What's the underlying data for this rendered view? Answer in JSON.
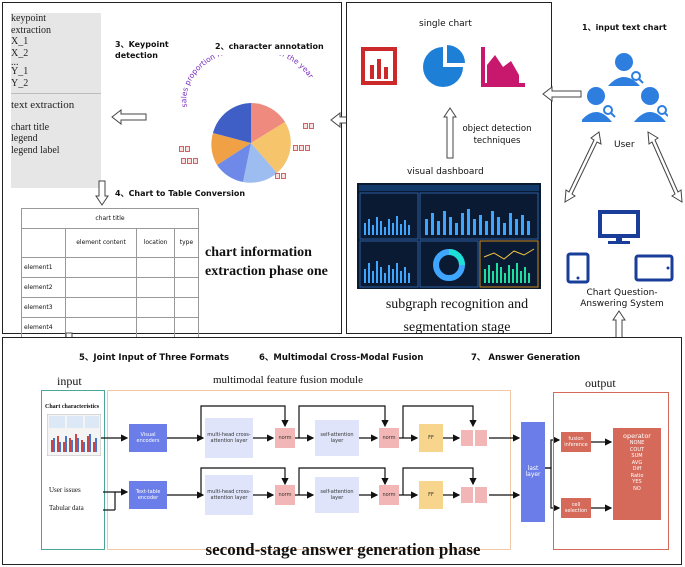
{
  "phase1": {
    "list_items_top": [
      "keypoint",
      "extraction",
      "X_1",
      "X_2",
      "...",
      "Y_1",
      "Y_2"
    ],
    "list_text_extraction": "text extraction",
    "list_items_bottom": [
      "chart title",
      "legend",
      "legend label"
    ],
    "step3": "3、Keypoint detection",
    "step2": "2、character annotation",
    "pie_arc_label": "sales proportion for the first half of the year",
    "step4": "4、Chart to Table Conversion",
    "table": {
      "title": "chart title",
      "headers": [
        "",
        "element content",
        "location",
        "type"
      ],
      "rows": [
        "element1",
        "element2",
        "element3",
        "element4"
      ]
    },
    "phase_title": "chart information extraction phase one"
  },
  "segment": {
    "single_chart": "single chart",
    "object_detection": "object detection techniques",
    "visual_dashboard": "visual dashboard",
    "stage_title": "subgraph recognition and segmentation stage"
  },
  "right": {
    "step1": "1、input text chart",
    "user": "User",
    "qa_system": "Chart Question-Answering System"
  },
  "phase2": {
    "step5": "5、Joint Input of Three Formats",
    "step6": "6、Multimodal Cross-Modal Fusion",
    "step7": "7、 Answer Generation",
    "input": "input",
    "module": "multimodal feature fusion module",
    "output": "output",
    "chart_characteristics": "Chart characteristics",
    "user_issues": "User issues",
    "tabular_data": "Tabular data",
    "visual_encoders": "Visual encoders",
    "text_table_encoder": "Text-table encoder",
    "mhca": "multi-head cross-attention layer",
    "norm": "norm",
    "self_attn": "self-attention layer",
    "ff": "FF",
    "last_layer": "last layer",
    "fusion_inference": "fusion inference",
    "cell_selection": "cell selection",
    "operator_title": "operator",
    "operators": [
      "NONE",
      "COUT",
      "SUM",
      "AVG",
      "Diff",
      "Ratio",
      "YES",
      "NO"
    ],
    "phase_title": "second-stage answer generation phase"
  },
  "colors": {
    "blue": "#6b7de8",
    "lavender": "#dfe4fb",
    "pink": "#f3b6b6",
    "yellow": "#f7d58c",
    "red": "#d66a5a",
    "icon_blue": "#1a3d9a",
    "icon_red": "#cc2a2a",
    "icon_pink": "#c8186e",
    "teal_border": "#4aa59a",
    "peach_border": "#f1c9a8"
  }
}
